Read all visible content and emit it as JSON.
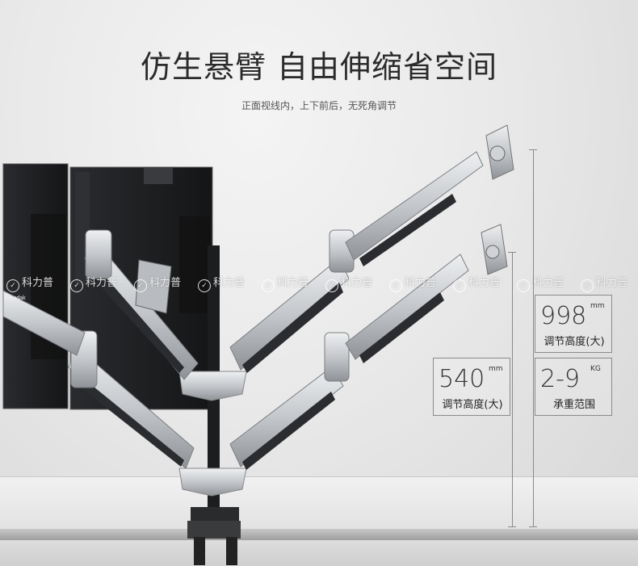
{
  "header": {
    "title": "仿生悬臂 自由伸缩省空间",
    "subtitle": "正面视线内，上下前后，无死角调节"
  },
  "watermark": {
    "text": "科力普",
    "repeat": 10
  },
  "specs": [
    {
      "value": "998",
      "unit": "mm",
      "label": "调节高度(大)"
    },
    {
      "value": "540",
      "unit": "mm",
      "label": "调节高度(大)"
    },
    {
      "value": "2-9",
      "unit": "KG",
      "label": "承重范围"
    }
  ],
  "monitor_badge": "E Lodak",
  "colors": {
    "arm_silver": "#c4c7cb",
    "arm_dark": "#2a2c2f",
    "monitor_black": "#1e1f21"
  }
}
